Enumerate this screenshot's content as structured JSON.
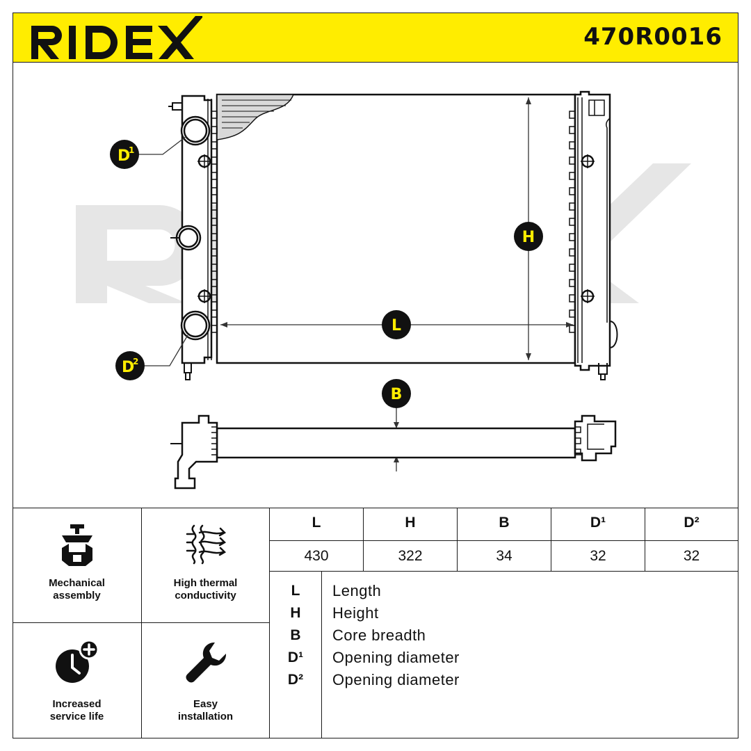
{
  "header": {
    "brand": "RIDEX",
    "part_number": "470R0016",
    "brand_color": "#111111",
    "bar_color": "#ffed00"
  },
  "drawing": {
    "watermark": "RIDEX",
    "labels": {
      "d1": "D",
      "d1_sup": "1",
      "d2": "D",
      "d2_sup": "2",
      "h": "H",
      "l": "L",
      "b": "B"
    }
  },
  "features": [
    {
      "icon": "mechanical-assembly-icon",
      "line1": "Mechanical",
      "line2": "assembly"
    },
    {
      "icon": "thermal-conductivity-icon",
      "line1": "High thermal",
      "line2": "conductivity"
    },
    {
      "icon": "service-life-icon",
      "line1": "Increased",
      "line2": "service life"
    },
    {
      "icon": "wrench-icon",
      "line1": "Easy",
      "line2": "installation"
    }
  ],
  "dimensions": {
    "headers": [
      "L",
      "H",
      "B",
      "D¹",
      "D²"
    ],
    "values": [
      "430",
      "322",
      "34",
      "32",
      "32"
    ]
  },
  "legend": [
    {
      "key": "L",
      "text": "Length"
    },
    {
      "key": "H",
      "text": "Height"
    },
    {
      "key": "B",
      "text": "Core breadth"
    },
    {
      "key": "D¹",
      "text": "Opening diameter"
    },
    {
      "key": "D²",
      "text": "Opening diameter"
    }
  ]
}
